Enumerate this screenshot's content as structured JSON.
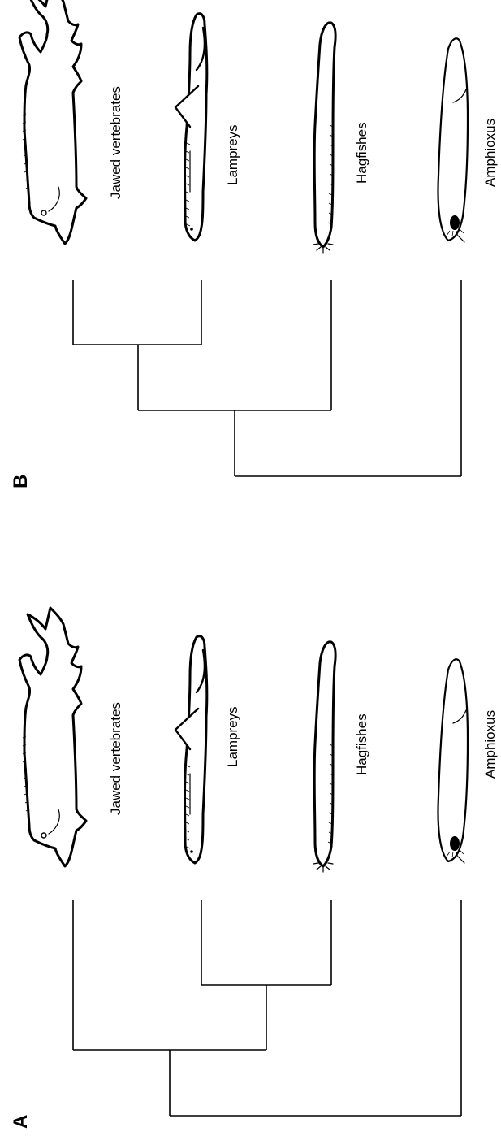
{
  "panels": [
    {
      "label": "A",
      "taxa": [
        "Jawed vertebrates",
        "Lampreys",
        "Hagfishes",
        "Amphioxus"
      ]
    },
    {
      "label": "B",
      "taxa": [
        "Jawed vertebrates",
        "Lampreys",
        "Hagfishes",
        "Amphioxus"
      ]
    }
  ],
  "icons": [
    "shark-icon",
    "lamprey-icon",
    "hagfish-icon",
    "amphioxus-icon"
  ]
}
